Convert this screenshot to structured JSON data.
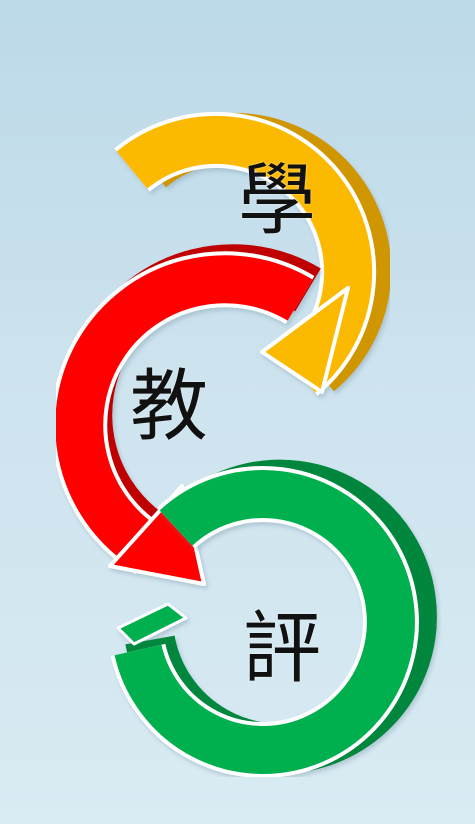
{
  "cycle": {
    "steps": [
      {
        "id": "learn",
        "label": "學",
        "color": "#FBBA00"
      },
      {
        "id": "teach",
        "label": "教",
        "color": "#FF0000"
      },
      {
        "id": "assess",
        "label": "評",
        "color": "#00B050"
      }
    ]
  }
}
